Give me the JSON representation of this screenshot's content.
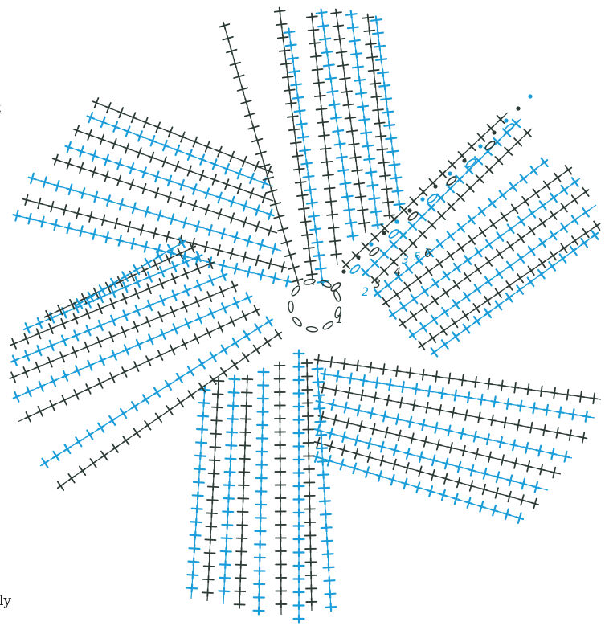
{
  "colors": {
    "dark": "#2c3a35",
    "blue": "#1a9dd9",
    "background": "#ffffff"
  },
  "cut_text": {
    "top": "rt",
    "bottom": "nly"
  },
  "round_numbers": [
    "1",
    "2",
    "3",
    "3",
    "4",
    "5",
    "6"
  ]
}
